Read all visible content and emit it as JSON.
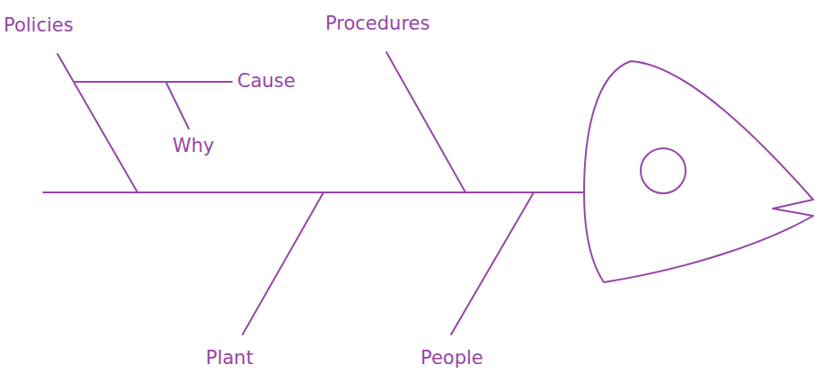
{
  "diagram": {
    "labels": [
      "Policies",
      "Procedures",
      "Plant",
      "People",
      "Cause",
      "Why"
    ]
  }
}
